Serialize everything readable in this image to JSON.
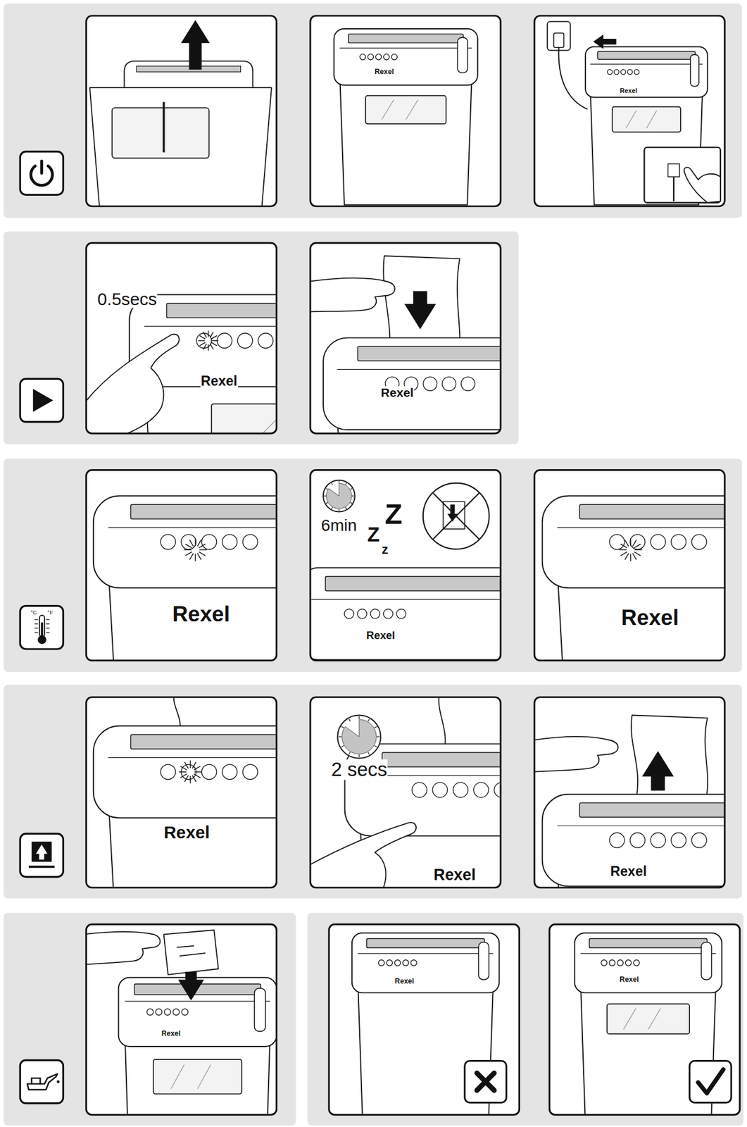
{
  "diagram": {
    "labels": [
      "Rexel",
      "Rexel",
      "0.5secs",
      "Rexel",
      "Rexel",
      "Rexel",
      "6min",
      "Z",
      "Z",
      "z",
      "Rexel",
      "Rexel",
      "°C",
      "°F",
      "Rexel",
      "2 secs",
      "Rexel",
      "Rexel",
      "Rexel",
      "Rexel",
      "Rexel"
    ]
  }
}
